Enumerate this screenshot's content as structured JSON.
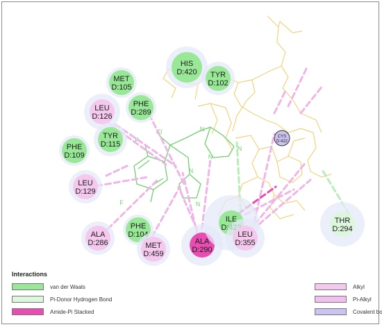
{
  "colors": {
    "van_der_waals": "#98e897",
    "pi_donor_hbond": "#dcf7dc",
    "amide_pi_stacked": "#e84db1",
    "alkyl": "#f5c8ee",
    "pi_alkyl": "#f3bff0",
    "covalent_bond": "#ccc4f0",
    "ligand": "#6fcf6f",
    "heme": "#f2d27e",
    "halo": "#e4eaf8"
  },
  "residues": [
    {
      "name": "HIS",
      "id": "D:420",
      "type": "van_der_waals"
    },
    {
      "name": "TYR",
      "id": "D:102",
      "type": "van_der_waals"
    },
    {
      "name": "MET",
      "id": "D:105",
      "type": "van_der_waals"
    },
    {
      "name": "PHE",
      "id": "D:289",
      "type": "van_der_waals"
    },
    {
      "name": "LEU",
      "id": "D:126",
      "type": "alkyl"
    },
    {
      "name": "TYR",
      "id": "D:115",
      "type": "van_der_waals"
    },
    {
      "name": "PHE",
      "id": "D:109",
      "type": "van_der_waals"
    },
    {
      "name": "LEU",
      "id": "D:129",
      "type": "alkyl"
    },
    {
      "name": "ALA",
      "id": "D:286",
      "type": "alkyl"
    },
    {
      "name": "PHE",
      "id": "D:104",
      "type": "van_der_waals"
    },
    {
      "name": "MET",
      "id": "D:459",
      "type": "alkyl"
    },
    {
      "name": "ALA",
      "id": "D:290",
      "type": "amide_pi_stacked"
    },
    {
      "name": "ILE",
      "id": "D:423",
      "type": "van_der_waals"
    },
    {
      "name": "LEU",
      "id": "D:355",
      "type": "alkyl"
    },
    {
      "name": "THR",
      "id": "D:294",
      "type": "pi_donor_hbond"
    },
    {
      "name": "CYS",
      "id": "D:422",
      "type": "covalent_bond"
    }
  ],
  "atoms": [
    "Cl",
    "F",
    "F",
    "N",
    "N",
    "N",
    "N",
    "N"
  ],
  "legend": {
    "title": "Interactions",
    "items": [
      {
        "label": "van der Waals",
        "type": "van_der_waals"
      },
      {
        "label": "Pi-Donor Hydrogen Bond",
        "type": "pi_donor_hbond"
      },
      {
        "label": "Amide-Pi Stacked",
        "type": "amide_pi_stacked"
      },
      {
        "label": "Alkyl",
        "type": "alkyl"
      },
      {
        "label": "Pi-Alkyl",
        "type": "pi_alkyl"
      },
      {
        "label": "Covalent bond",
        "type": "covalent_bond"
      }
    ]
  }
}
